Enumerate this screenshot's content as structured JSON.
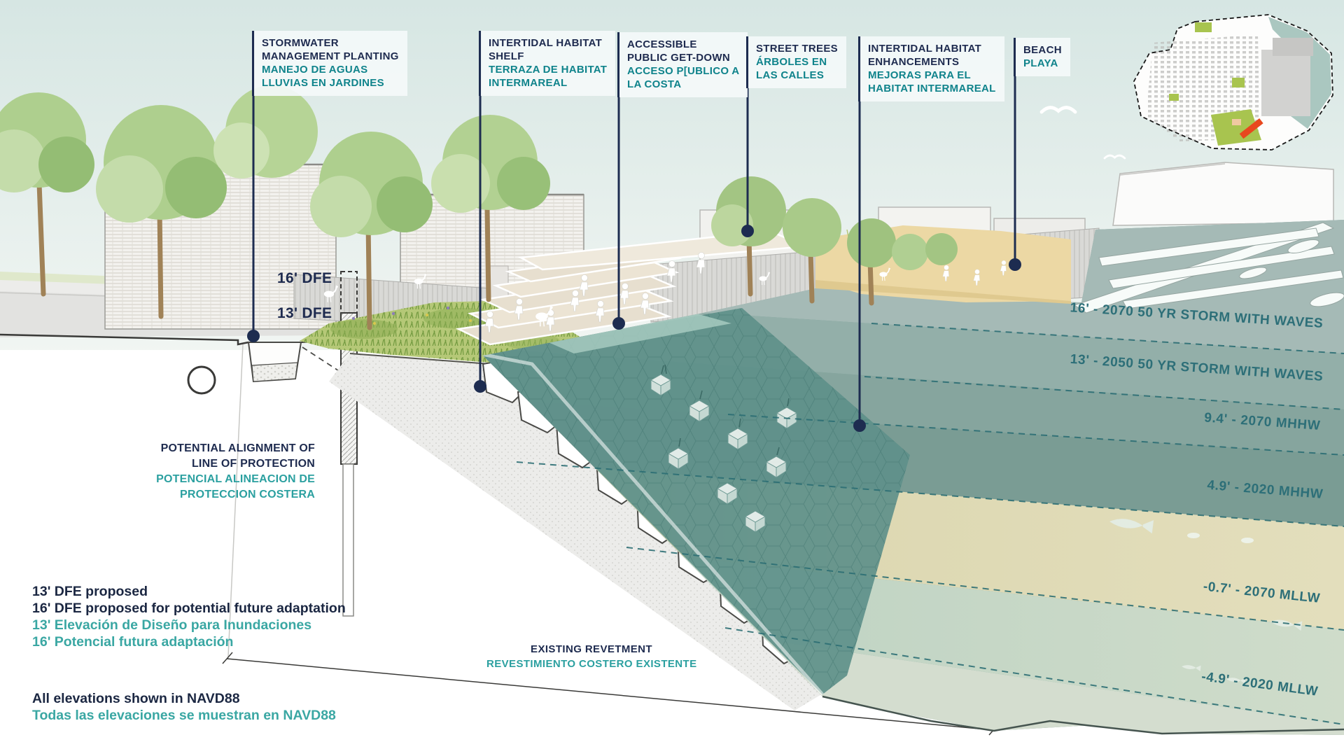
{
  "callouts": [
    {
      "en": [
        "STORMWATER",
        "MANAGEMENT PLANTING"
      ],
      "es": [
        "MANEJO DE AGUAS",
        "LLUVIAS EN JARDINES"
      ]
    },
    {
      "en": [
        "INTERTIDAL HABITAT",
        "SHELF"
      ],
      "es": [
        "TERRAZA DE HABITAT",
        "INTERMAREAL"
      ]
    },
    {
      "en": [
        "ACCESSIBLE",
        "PUBLIC GET-DOWN"
      ],
      "es": [
        "ACCESO P[UBLICO A",
        "LA COSTA"
      ]
    },
    {
      "en": [
        "STREET TREES"
      ],
      "es": [
        "ÁRBOLES EN",
        "LAS CALLES"
      ]
    },
    {
      "en": [
        "INTERTIDAL HABITAT",
        "ENHANCEMENTS"
      ],
      "es": [
        "MEJORAS PARA EL",
        "HABITAT INTERMAREAL"
      ]
    },
    {
      "en": [
        "BEACH"
      ],
      "es": [
        "PLAYA"
      ]
    }
  ],
  "water_levels": [
    "16' - 2070 50 YR STORM WITH WAVES",
    "13' - 2050 50 YR STORM WITH WAVES",
    "9.4' - 2070 MHHW",
    "4.9' - 2020 MHHW",
    "-0.7' - 2070 MLLW",
    "-4.9' - 2020 MLLW"
  ],
  "elevation_markers": {
    "dfe16": "16' DFE",
    "dfe13": "13' DFE"
  },
  "protection_note": {
    "en": [
      "POTENTIAL ALIGNMENT OF",
      "LINE OF PROTECTION"
    ],
    "es": [
      "POTENCIAL ALINEACION DE",
      "PROTECCION COSTERA"
    ]
  },
  "revetment_note": {
    "en": "EXISTING REVETMENT",
    "es": "REVESTIMIENTO COSTERO EXISTENTE"
  },
  "legend": {
    "en": [
      "13' DFE proposed",
      "16' DFE proposed for potential future adaptation"
    ],
    "es": [
      "13' Elevación de Diseño para Inundaciones",
      "16' Potencial futura adaptación"
    ]
  },
  "datum_note": {
    "en": "All elevations shown in NAVD88",
    "es": "Todas las elevaciones se muestran en NAVD88"
  },
  "colors": {
    "navy": "#1e2b4f",
    "teal_label": "#0f838b",
    "teal_bright": "#3aa7a3",
    "water_label_teal": "#2d6f78",
    "water_deep": "#5e908a",
    "sand_beach": "#ecd8a4",
    "intertidal_sand": "#ddd8b2",
    "marsh_green": "#b5c877",
    "map_marker_red": "#e8481e"
  }
}
